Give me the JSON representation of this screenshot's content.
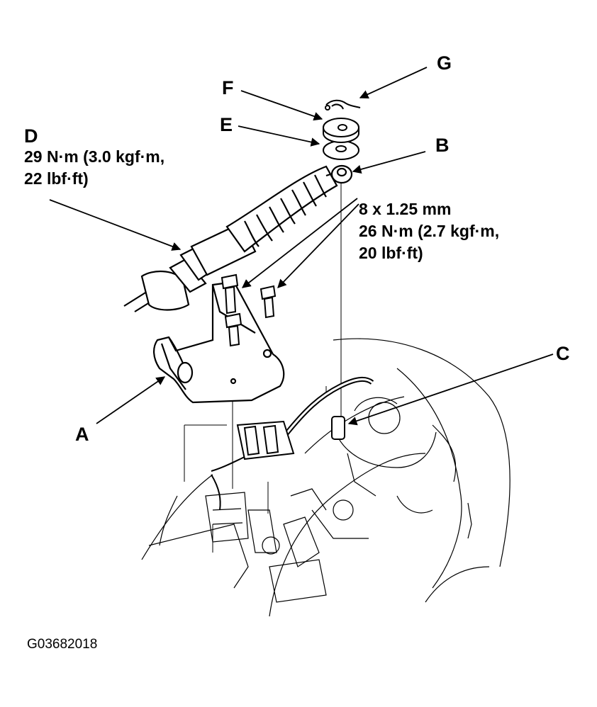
{
  "labels": {
    "a": "A",
    "b": "B",
    "c": "C",
    "d": "D",
    "e": "E",
    "f": "F",
    "g": "G"
  },
  "torque_d": {
    "line1": "29 N·m (3.0 kgf·m,",
    "line2": "22 lbf·ft)"
  },
  "bolt_spec": {
    "size": "8 x 1.25 mm",
    "line1": "26 N·m (2.7 kgf·m,",
    "line2": "20 lbf·ft)"
  },
  "figure_code": "G03682018"
}
